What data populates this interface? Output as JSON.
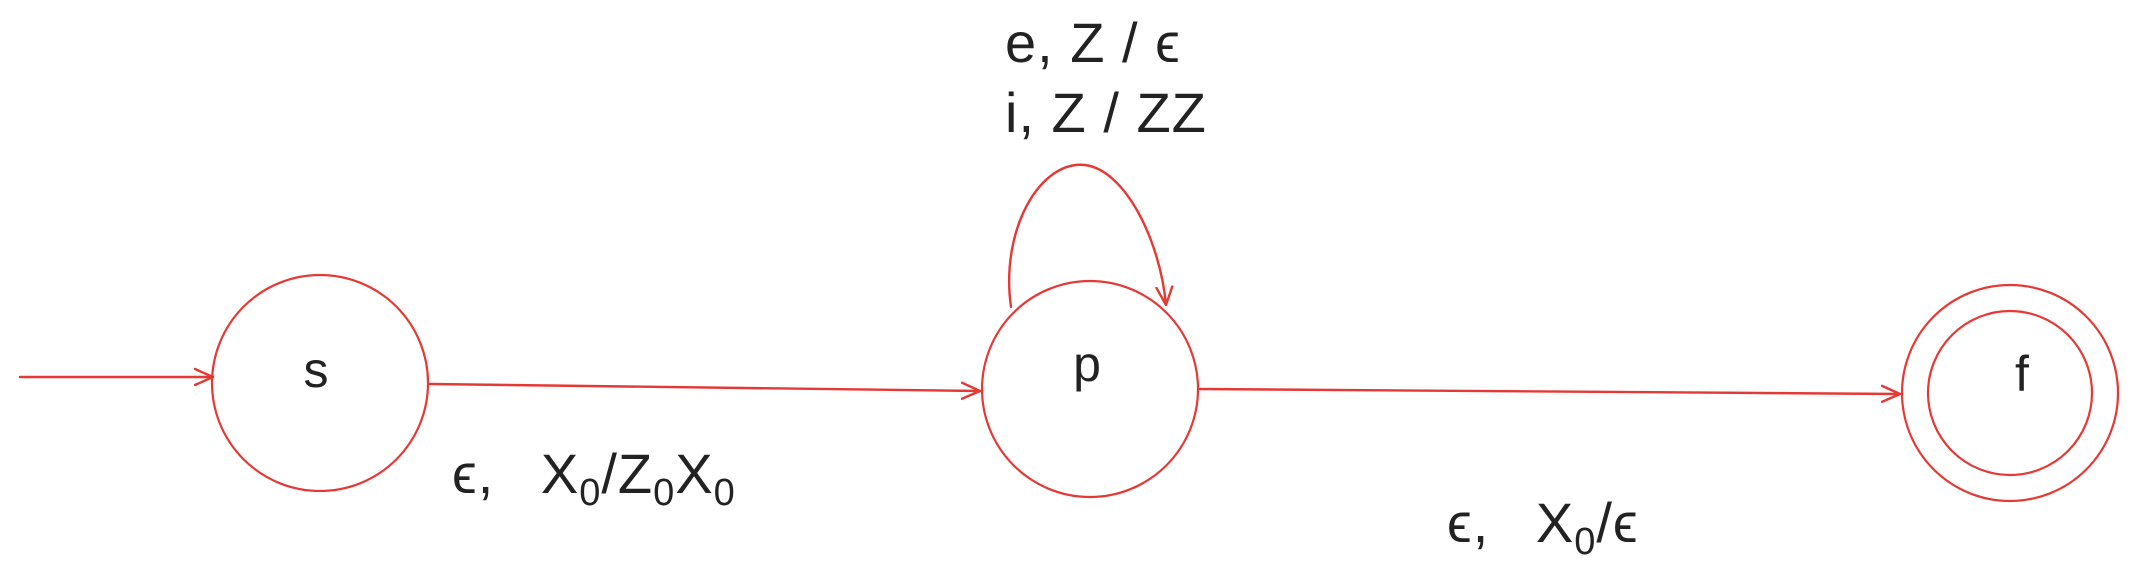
{
  "colors": {
    "edge": "#e53935",
    "text": "#222222"
  },
  "states": {
    "s": {
      "label": "s",
      "initial": true,
      "accepting": false
    },
    "p": {
      "label": "p",
      "initial": false,
      "accepting": false
    },
    "f": {
      "label": "f",
      "initial": false,
      "accepting": true
    }
  },
  "transitions": {
    "s_to_p": {
      "from": "s",
      "to": "p",
      "label_prefix": "ϵ,",
      "label_parts": [
        {
          "text": "X",
          "sub": "0"
        },
        {
          "text": "/Z",
          "sub": "0"
        },
        {
          "text": "X",
          "sub": "0"
        }
      ]
    },
    "p_loop": {
      "from": "p",
      "to": "p",
      "line1": "e,  Z / ϵ",
      "line2": "i,  Z / ZZ"
    },
    "p_to_f": {
      "from": "p",
      "to": "f",
      "label_prefix": "ϵ,",
      "label_parts": [
        {
          "text": "X",
          "sub": "0"
        },
        {
          "text": "/ϵ",
          "sub": ""
        }
      ]
    }
  }
}
